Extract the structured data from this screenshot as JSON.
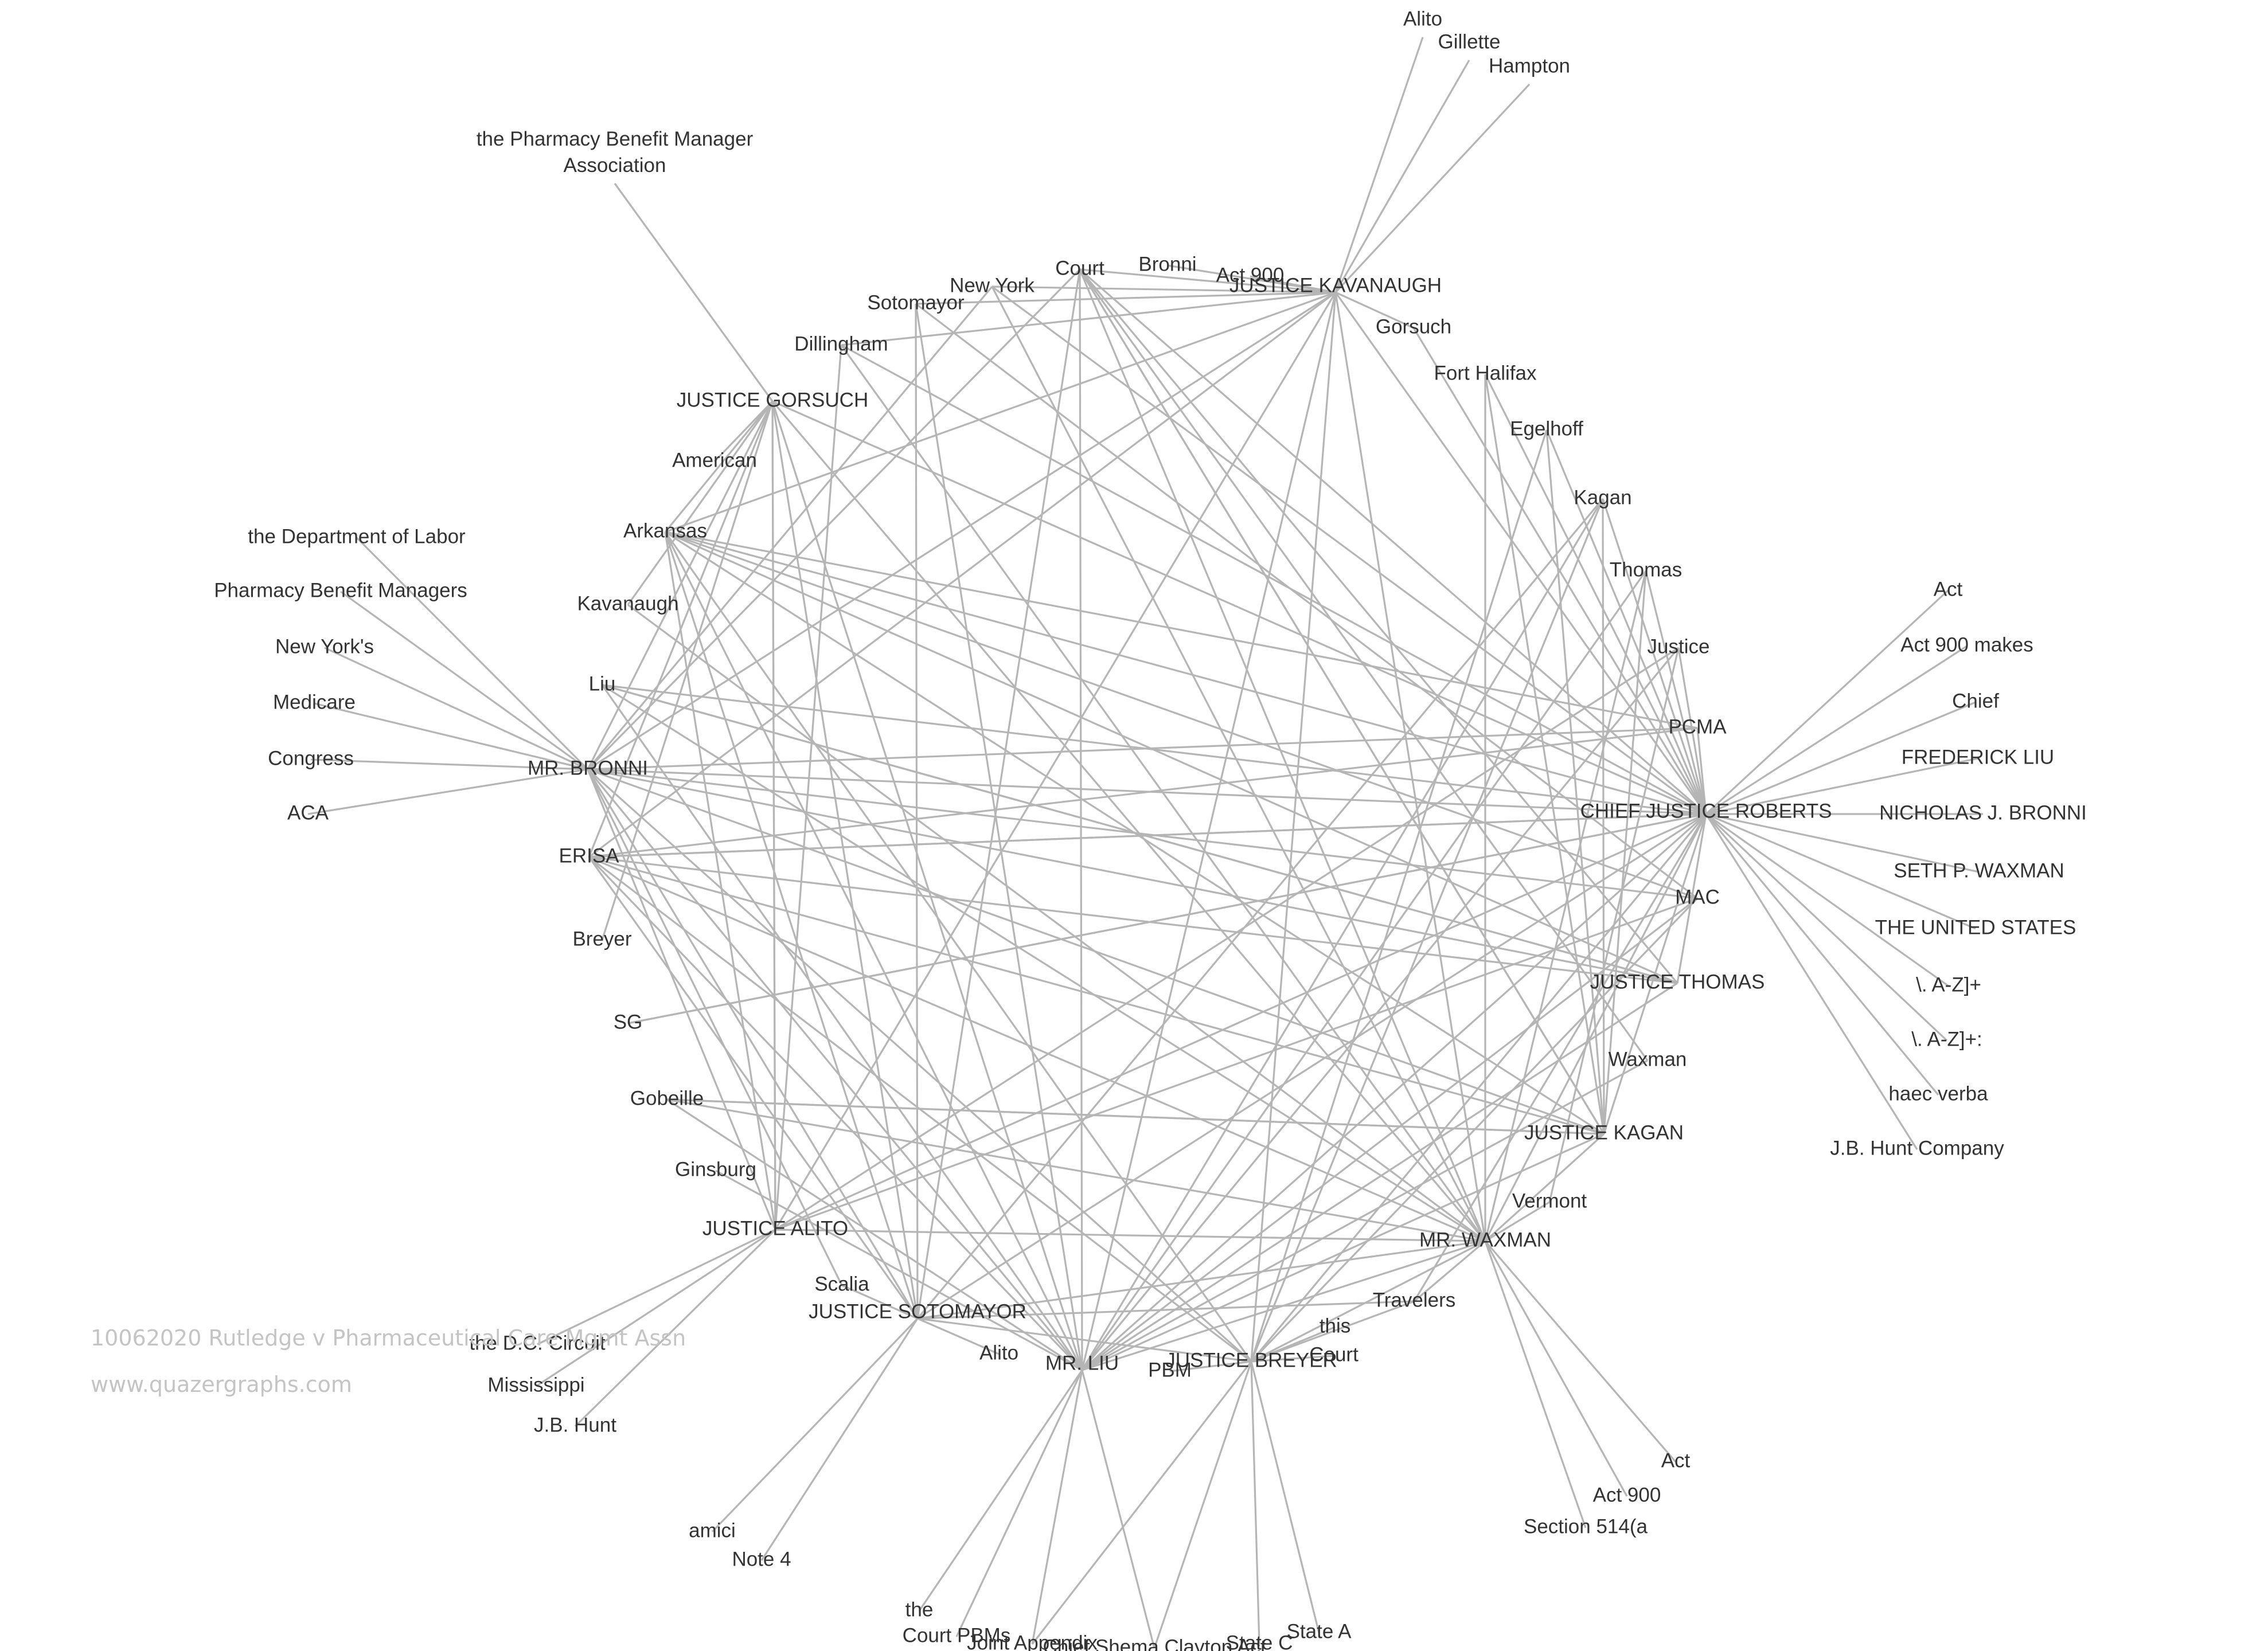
{
  "colors": {
    "edge": "#b5b5b5",
    "label": "#333333",
    "watermark": "#c4c4c4",
    "background": "#ffffff"
  },
  "watermark": {
    "title": "10062020 Rutledge v Pharmaceutical Care Mgmt Assn",
    "site": "www.quazergraphs.com"
  },
  "graph": {
    "nodes": [
      {
        "id": "alito_top",
        "label": "Alito"
      },
      {
        "id": "gillette",
        "label": "Gillette"
      },
      {
        "id": "hampton",
        "label": "Hampton"
      },
      {
        "id": "pbma",
        "label": "the Pharmacy Benefit Manager|Association"
      },
      {
        "id": "court",
        "label": "Court"
      },
      {
        "id": "bronni",
        "label": "Bronni"
      },
      {
        "id": "act900_top",
        "label": "Act 900"
      },
      {
        "id": "new_york",
        "label": "New York"
      },
      {
        "id": "kavanaugh_j",
        "label": "JUSTICE KAVANAUGH"
      },
      {
        "id": "sotomayor",
        "label": "Sotomayor"
      },
      {
        "id": "gorsuch",
        "label": "Gorsuch"
      },
      {
        "id": "dillingham",
        "label": "Dillingham"
      },
      {
        "id": "fort_halifax",
        "label": "Fort Halifax"
      },
      {
        "id": "gorsuch_j",
        "label": "JUSTICE GORSUCH"
      },
      {
        "id": "egelhoff",
        "label": "Egelhoff"
      },
      {
        "id": "american",
        "label": "American"
      },
      {
        "id": "kagan",
        "label": "Kagan"
      },
      {
        "id": "dol",
        "label": "the Department of Labor"
      },
      {
        "id": "arkansas",
        "label": "Arkansas"
      },
      {
        "id": "thomas",
        "label": "Thomas"
      },
      {
        "id": "pbm_plural",
        "label": "Pharmacy Benefit Managers"
      },
      {
        "id": "act",
        "label": "Act"
      },
      {
        "id": "kavanaugh",
        "label": "Kavanaugh"
      },
      {
        "id": "new_yorks",
        "label": "New York's"
      },
      {
        "id": "act900makes",
        "label": "Act 900 makes"
      },
      {
        "id": "justice",
        "label": "Justice"
      },
      {
        "id": "liu",
        "label": "Liu"
      },
      {
        "id": "medicare",
        "label": "Medicare"
      },
      {
        "id": "chief",
        "label": "Chief"
      },
      {
        "id": "pcma",
        "label": "PCMA"
      },
      {
        "id": "congress",
        "label": "Congress"
      },
      {
        "id": "mr_bronni",
        "label": "MR. BRONNI"
      },
      {
        "id": "frederick_liu",
        "label": "FREDERICK LIU"
      },
      {
        "id": "aca",
        "label": "ACA"
      },
      {
        "id": "roberts",
        "label": "CHIEF JUSTICE ROBERTS"
      },
      {
        "id": "nicholas_bronni",
        "label": "NICHOLAS J. BRONNI"
      },
      {
        "id": "erisa",
        "label": "ERISA"
      },
      {
        "id": "seth_waxman",
        "label": "SETH P. WAXMAN"
      },
      {
        "id": "mac",
        "label": "MAC"
      },
      {
        "id": "united_states",
        "label": "THE UNITED STATES"
      },
      {
        "id": "breyer",
        "label": "Breyer"
      },
      {
        "id": "thomas_j",
        "label": "JUSTICE THOMAS"
      },
      {
        "id": "regex1",
        "label": "\\. A-Z]+"
      },
      {
        "id": "sg",
        "label": "SG"
      },
      {
        "id": "regex2",
        "label": "\\. A-Z]+:"
      },
      {
        "id": "waxman",
        "label": "Waxman"
      },
      {
        "id": "haec_verba",
        "label": "haec verba"
      },
      {
        "id": "gobeille",
        "label": "Gobeille"
      },
      {
        "id": "kagan_j",
        "label": "JUSTICE KAGAN"
      },
      {
        "id": "jb_hunt_co",
        "label": "J.B. Hunt Company"
      },
      {
        "id": "ginsburg",
        "label": "Ginsburg"
      },
      {
        "id": "vermont",
        "label": "Vermont"
      },
      {
        "id": "alito_j",
        "label": "JUSTICE ALITO"
      },
      {
        "id": "mr_waxman",
        "label": "MR. WAXMAN"
      },
      {
        "id": "scalia",
        "label": "Scalia"
      },
      {
        "id": "travelers",
        "label": "Travelers"
      },
      {
        "id": "sotomayor_j",
        "label": "JUSTICE SOTOMAYOR"
      },
      {
        "id": "this",
        "label": "this"
      },
      {
        "id": "dc_circuit",
        "label": "the D.C. Circuit"
      },
      {
        "id": "court2",
        "label": "Court"
      },
      {
        "id": "alito_bottom",
        "label": "Alito"
      },
      {
        "id": "breyer_j",
        "label": "JUSTICE BREYER"
      },
      {
        "id": "mr_liu",
        "label": "MR. LIU"
      },
      {
        "id": "pbm",
        "label": "PBM"
      },
      {
        "id": "mississippi",
        "label": "Mississippi"
      },
      {
        "id": "jb_hunt",
        "label": "J.B. Hunt"
      },
      {
        "id": "act_br",
        "label": "Act"
      },
      {
        "id": "act900_br",
        "label": "Act 900"
      },
      {
        "id": "section514",
        "label": "Section 514(a"
      },
      {
        "id": "amici",
        "label": "amici"
      },
      {
        "id": "note4",
        "label": "Note 4"
      },
      {
        "id": "the_b",
        "label": "the"
      },
      {
        "id": "court_pbms",
        "label": "Court PBMs"
      },
      {
        "id": "joint_appendix",
        "label": "Joint Appendix"
      },
      {
        "id": "state_a",
        "label": "State A"
      },
      {
        "id": "state_c",
        "label": "State C"
      },
      {
        "id": "chief_b",
        "label": "Chief Shema Clayton Act"
      }
    ]
  }
}
